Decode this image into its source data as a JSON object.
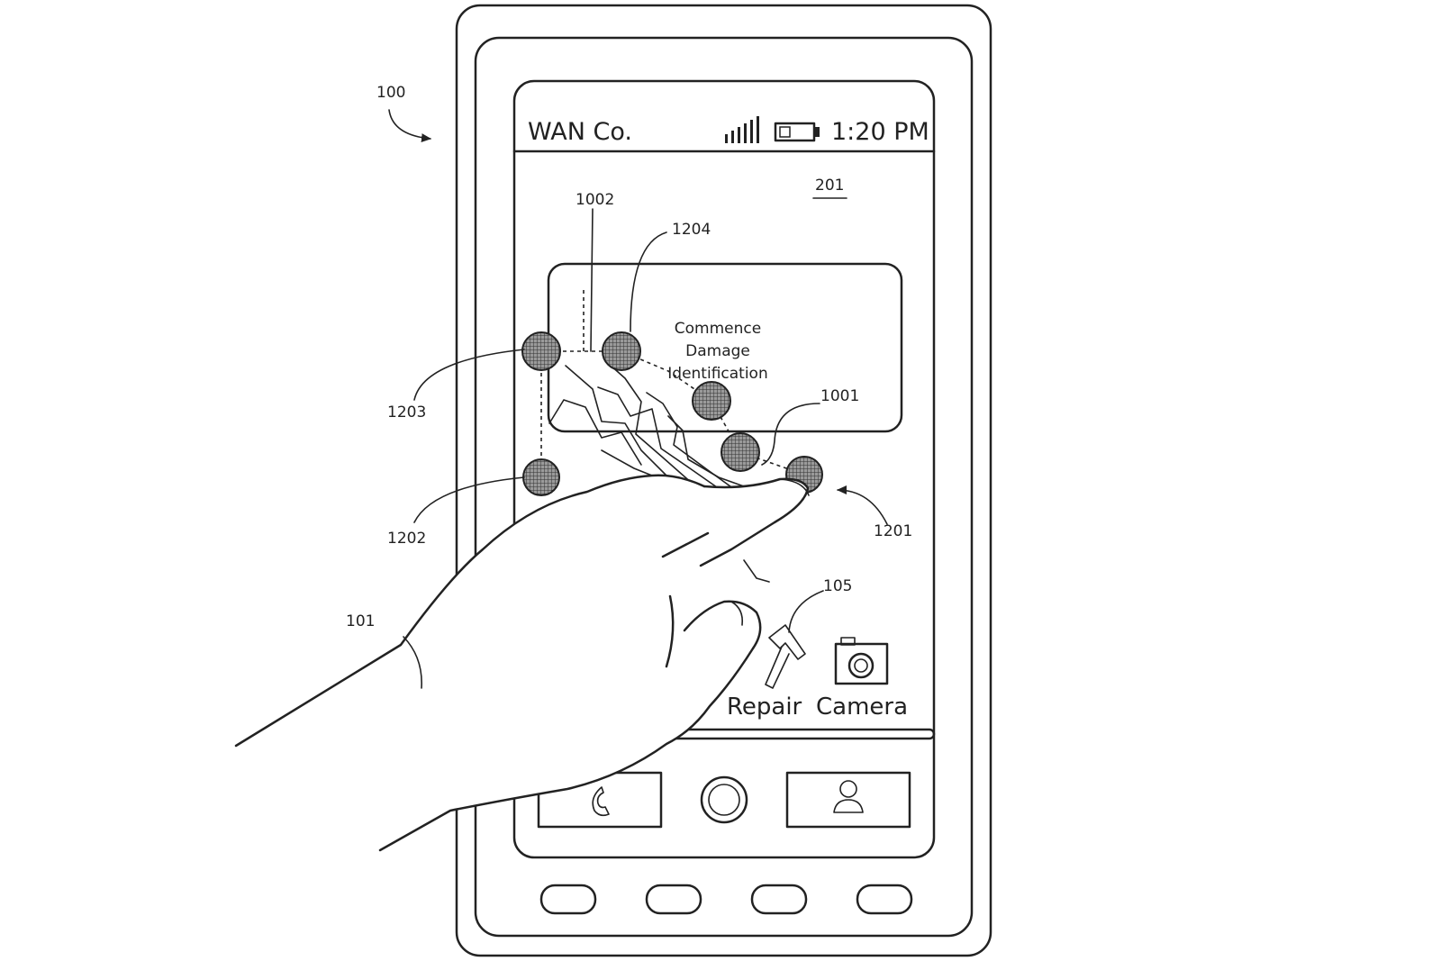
{
  "status_bar": {
    "carrier": "WAN Co.",
    "time": "1:20 PM",
    "signal_icon": "signal-bars-icon",
    "battery_icon": "battery-icon"
  },
  "prompt_box": {
    "line1": "Commence",
    "line2": "Damage",
    "line3": "Identification"
  },
  "apps": [
    {
      "label": "Repair",
      "icon": "hammer-icon"
    },
    {
      "label": "Camera",
      "icon": "camera-icon"
    }
  ],
  "dock": [
    {
      "icon": "phone-icon"
    },
    {
      "icon": "home-button-icon"
    },
    {
      "icon": "contact-icon"
    }
  ],
  "reference_numerals": {
    "device": "100",
    "hand": "101",
    "repair_app": "105",
    "screen": "201",
    "damage_start": "1001",
    "damage_path": "1002",
    "point_1201": "1201",
    "point_1202": "1202",
    "point_1203": "1203",
    "point_1204": "1204"
  }
}
